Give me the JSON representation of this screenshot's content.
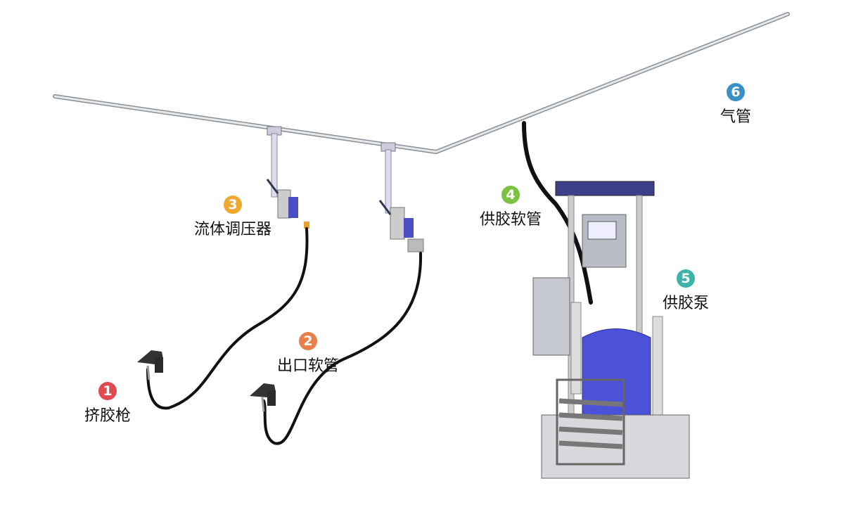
{
  "callouts": [
    {
      "num": "1",
      "label": "挤胶枪",
      "color": "#e04b4f"
    },
    {
      "num": "2",
      "label": "出口软管",
      "color": "#e8804a"
    },
    {
      "num": "3",
      "label": "流体调压器",
      "color": "#f0a830"
    },
    {
      "num": "4",
      "label": "供胶软管",
      "color": "#7cc142"
    },
    {
      "num": "5",
      "label": "供胶泵",
      "color": "#3bb3a8"
    },
    {
      "num": "6",
      "label": "气管",
      "color": "#3a8fc4"
    }
  ]
}
